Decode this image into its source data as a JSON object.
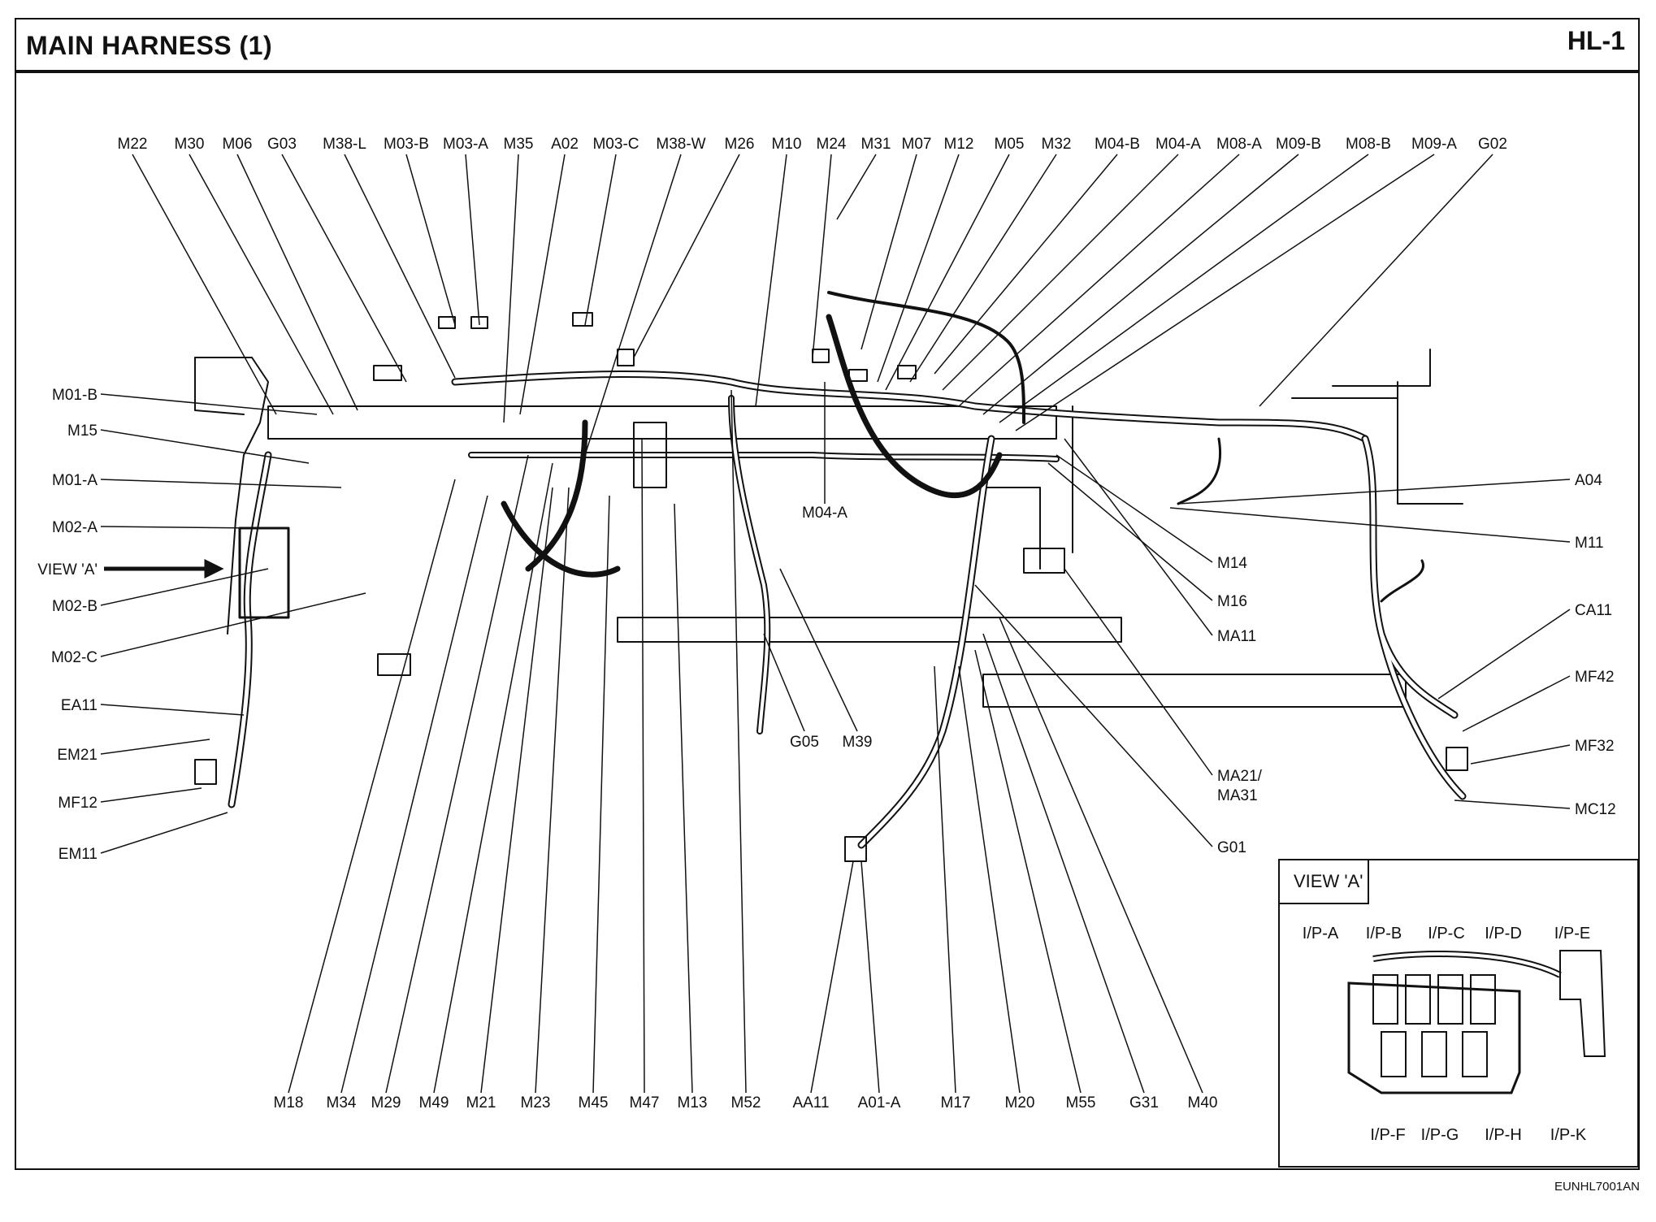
{
  "header": {
    "title": "MAIN HARNESS (1)",
    "code": "HL-1"
  },
  "doc_id": "EUNHL7001AN",
  "view_title": "VIEW 'A'",
  "labels": {
    "top": [
      "M22",
      "M30",
      "M06",
      "G03",
      "M38-L",
      "M03-B",
      "M03-A",
      "M35",
      "A02",
      "M03-C",
      "M38-W",
      "M26",
      "M10",
      "M24",
      "M31",
      "M07",
      "M12",
      "M05",
      "M32",
      "M04-B",
      "M04-A",
      "M08-A",
      "M09-B",
      "M08-B",
      "M09-A",
      "G02"
    ],
    "left": [
      "M01-B",
      "M15",
      "M01-A",
      "M02-A",
      "VIEW 'A'",
      "M02-B",
      "M02-C",
      "EA11",
      "EM21",
      "MF12",
      "EM11"
    ],
    "right": [
      "A04",
      "M11",
      "M14",
      "M16",
      "MA11",
      "CA11",
      "MF42",
      "MF32",
      "MC12",
      "MA21/",
      "MA31",
      "G01"
    ],
    "bottom": [
      "M18",
      "M34",
      "M29",
      "M49",
      "M21",
      "M23",
      "M45",
      "M47",
      "M13",
      "M52",
      "AA11",
      "A01-A",
      "M17",
      "M20",
      "M55",
      "G31",
      "M40"
    ],
    "mid": [
      "M04-A",
      "G05",
      "M39"
    ],
    "view_top": [
      "I/P-A",
      "I/P-B",
      "I/P-C",
      "I/P-D",
      "I/P-E"
    ],
    "view_bottom": [
      "I/P-F",
      "I/P-G",
      "I/P-H",
      "I/P-K"
    ]
  }
}
